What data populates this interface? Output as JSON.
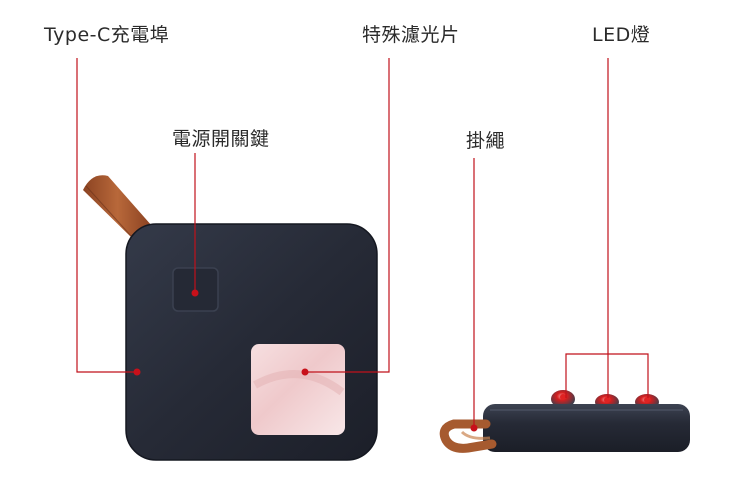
{
  "labels": {
    "typec_port": "Type-C充電埠",
    "special_filter": "特殊濾光片",
    "led_light": "LED燈",
    "power_switch": "電源開關鍵",
    "lanyard": "掛繩"
  },
  "colors": {
    "device_body": "#272b38",
    "callout_line": "#c0121b",
    "callout_dot": "#c8101a",
    "strap": "#a4562e",
    "filter_pink": "#f1d2d4",
    "led_red": "#d01c1c"
  }
}
